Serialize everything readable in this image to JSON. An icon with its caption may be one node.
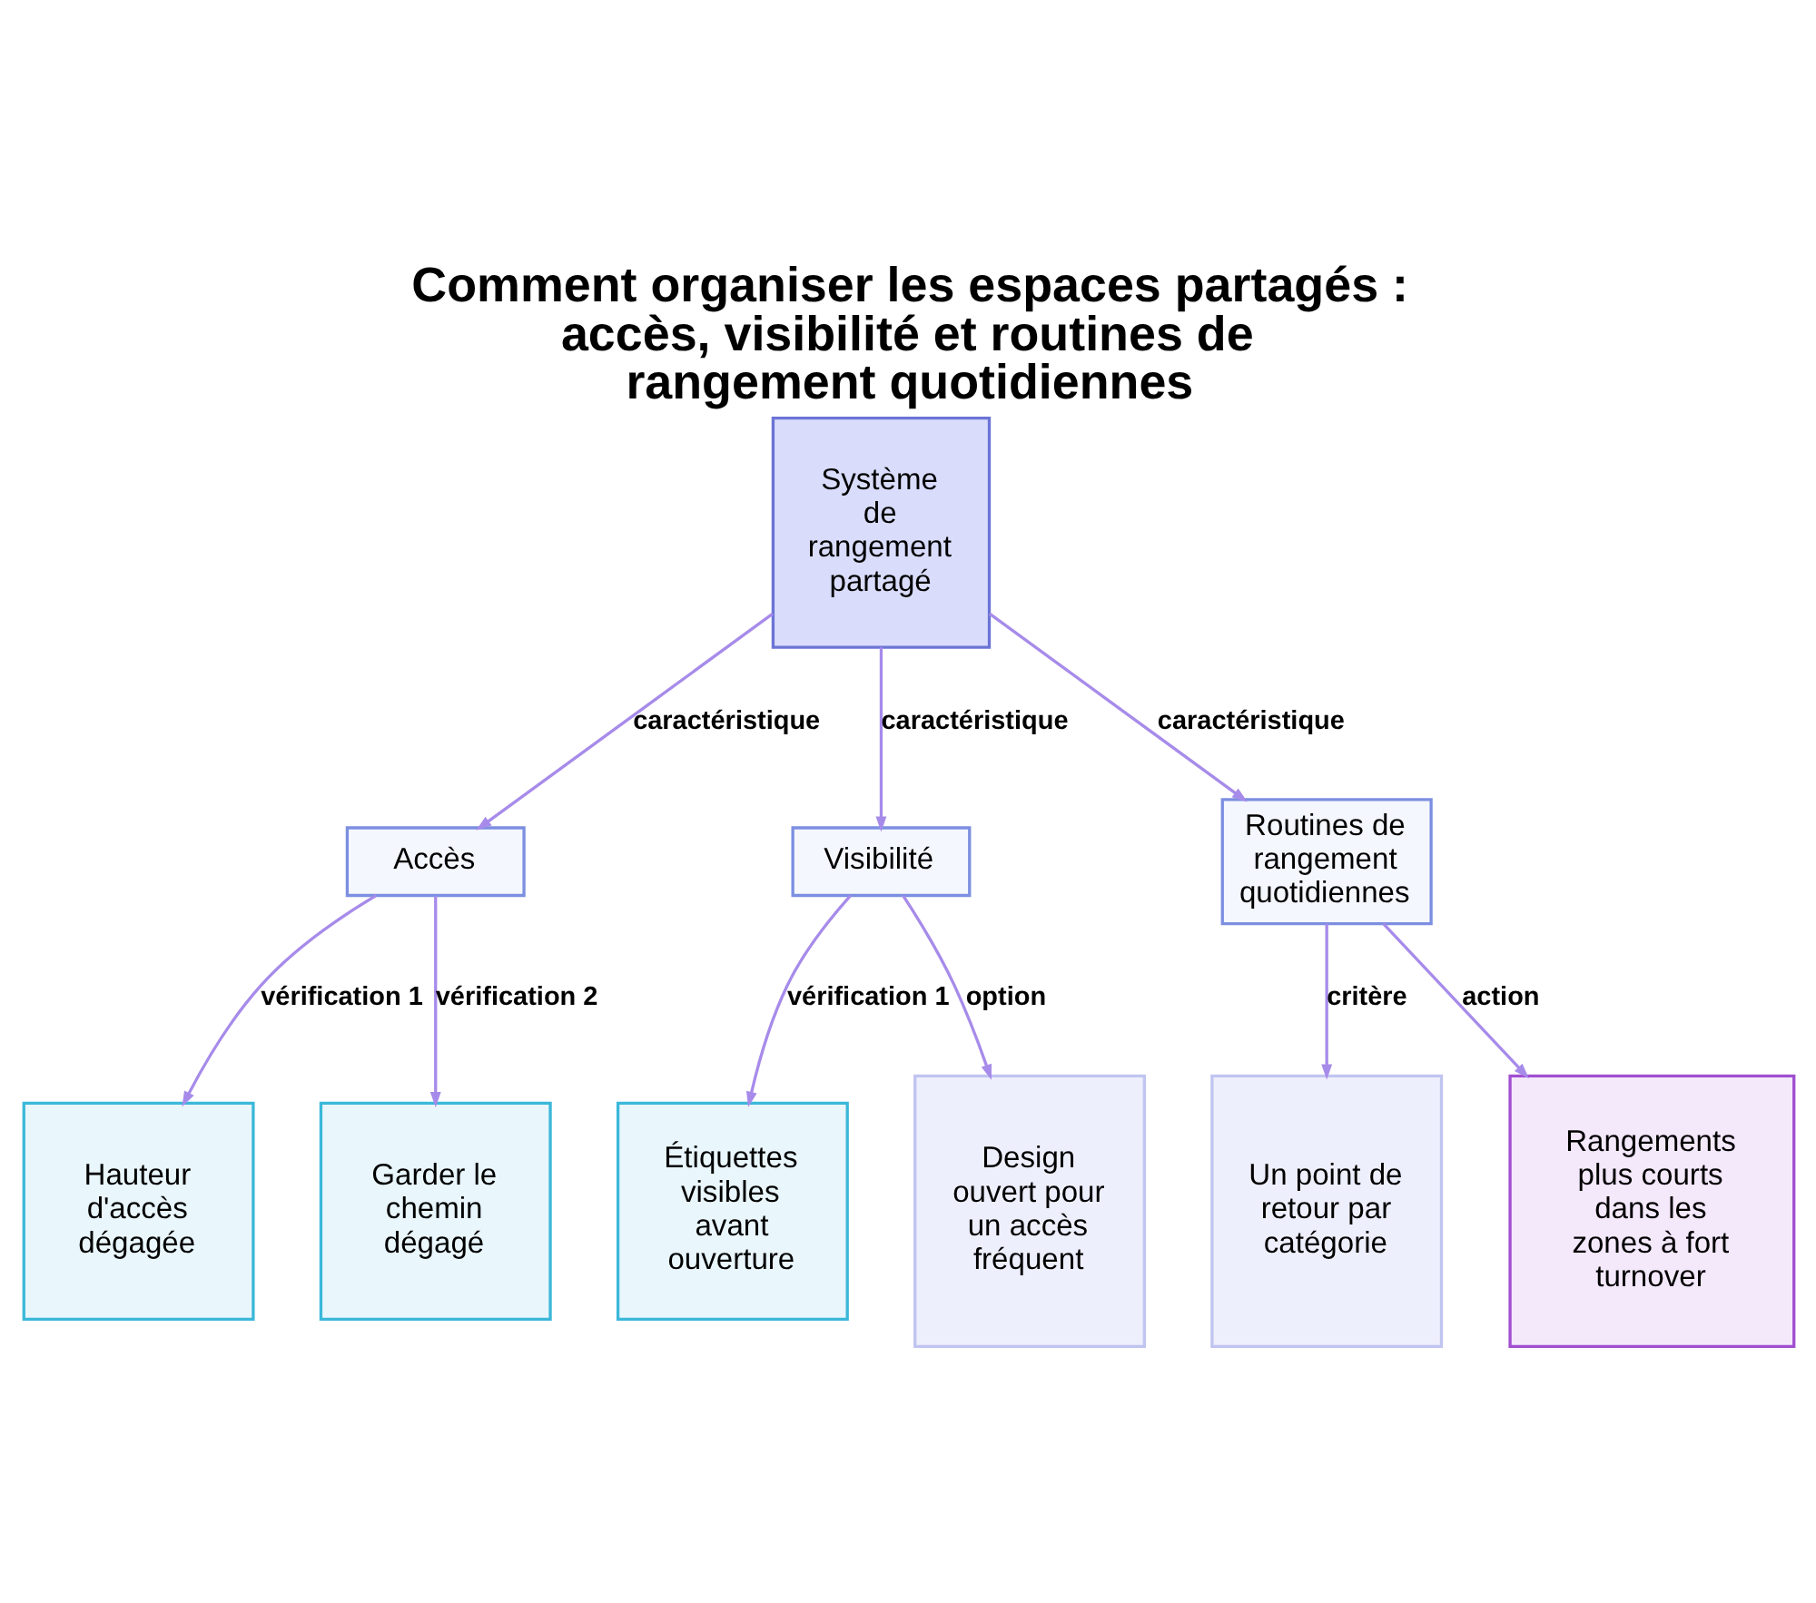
{
  "diagram": {
    "title": "Comment organiser les espaces partagés : accès, visibilité et routines de rangement quotidiennes",
    "nodes": [
      {
        "text": [
          "Système de rangement partagé"
        ]
      },
      {
        "text": [
          "Accès"
        ]
      },
      {
        "text": [
          "Visibilité"
        ]
      },
      {
        "text": [
          "Routines de rangement quotidiennes"
        ]
      },
      {
        "text": [
          "Hauteur d'accès dégagée"
        ]
      },
      {
        "text": [
          "Garder le chemin dégagé"
        ]
      },
      {
        "text": [
          "Étiquettes visibles avant ouverture"
        ]
      },
      {
        "text": [
          "Design ouvert pour un accès fréquent"
        ]
      },
      {
        "text": [
          "Un point de retour par catégorie"
        ]
      },
      {
        "text": [
          "Rangements plus courts dans les zones à fort turnover"
        ]
      }
    ],
    "edges": [
      {
        "from": 0,
        "to": 1,
        "arrow": "to",
        "label": "caractéristique"
      },
      {
        "from": 0,
        "to": 2,
        "arrow": "to",
        "label": "caractéristique"
      },
      {
        "from": 0,
        "to": 3,
        "arrow": "to",
        "label": "caractéristique"
      },
      {
        "from": 1,
        "to": 4,
        "arrow": "to",
        "label": "vérification 1"
      },
      {
        "from": 1,
        "to": 5,
        "arrow": "to",
        "label": "vérification 2"
      },
      {
        "from": 2,
        "to": 6,
        "arrow": "to",
        "label": "vérification 1"
      },
      {
        "from": 2,
        "to": 7,
        "arrow": "to",
        "label": "option"
      },
      {
        "from": 3,
        "to": 8,
        "arrow": "to",
        "label": "critère"
      },
      {
        "from": 3,
        "to": 9,
        "arrow": "to",
        "label": "action"
      }
    ]
  }
}
